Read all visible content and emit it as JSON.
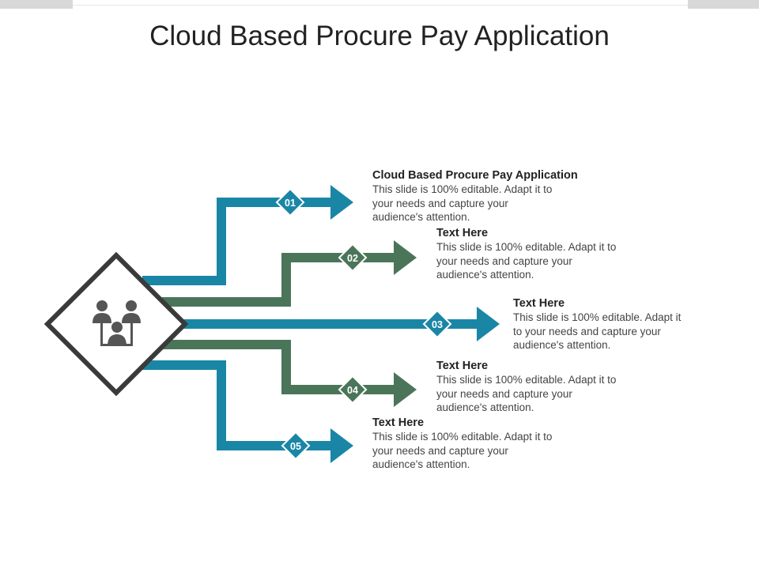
{
  "title": "Cloud Based Procure Pay Application",
  "colors": {
    "blue": "#1a86a6",
    "green": "#4b7559",
    "dark": "#3a3a3a",
    "people": "#555555"
  },
  "center_icon": "people-group-icon",
  "steps": [
    {
      "number": "01",
      "color": "#1a86a6",
      "heading": "Cloud Based Procure Pay Application",
      "body": [
        "This slide is 100% editable. Adapt it to",
        "your needs and capture your",
        "audience's attention."
      ]
    },
    {
      "number": "02",
      "color": "#4b7559",
      "heading": "Text Here",
      "body": [
        "This slide is 100% editable. Adapt it to",
        "your needs and capture your",
        "audience's attention."
      ]
    },
    {
      "number": "03",
      "color": "#1a86a6",
      "heading": "Text Here",
      "body": [
        "This slide is 100% editable. Adapt it",
        "to your needs and capture your",
        "audience's attention."
      ]
    },
    {
      "number": "04",
      "color": "#4b7559",
      "heading": "Text Here",
      "body": [
        "This slide is 100% editable. Adapt it to",
        "your needs and capture your",
        "audience's attention."
      ]
    },
    {
      "number": "05",
      "color": "#1a86a6",
      "heading": "Text Here",
      "body": [
        "This slide is 100% editable. Adapt it to",
        "your needs and capture your",
        "audience's attention."
      ]
    }
  ]
}
